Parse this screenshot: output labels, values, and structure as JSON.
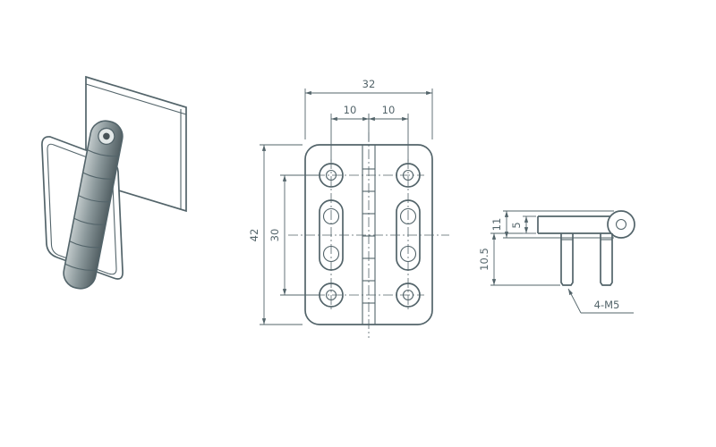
{
  "drawing": {
    "kind": "hinge-technical-drawing",
    "views": {
      "isometric": {
        "label": "isometric-hinge-view"
      },
      "front": {
        "dim_width": "32",
        "dim_hole_offset_left": "10",
        "dim_hole_offset_right": "10",
        "dim_height": "42",
        "dim_hole_span": "30"
      },
      "side": {
        "dim_total_height": "11",
        "dim_leaf_thickness": "5",
        "dim_stud_length": "10.5",
        "thread_callout": "4-M5"
      }
    },
    "colors": {
      "line": "#53646a",
      "background": "#ffffff",
      "barrel_shade_light": "#b9c2c3",
      "barrel_shade_dark": "#525f63"
    }
  }
}
